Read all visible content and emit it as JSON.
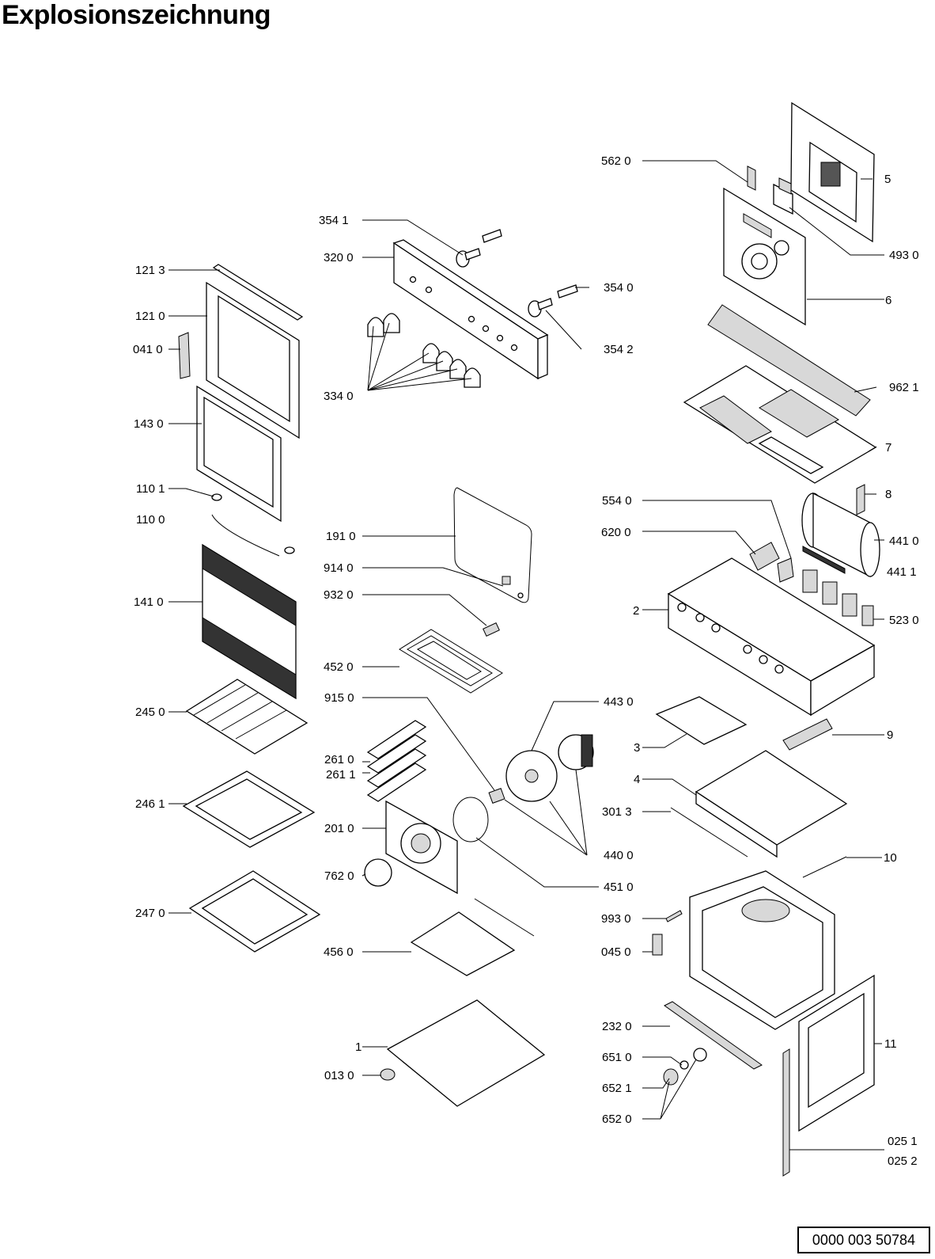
{
  "title": "Explosionszeichnung",
  "document_number": "0000 003 50784",
  "labels": [
    "562 0",
    "354 1",
    "320 0",
    "354 0",
    "354 2",
    "334 0",
    "121 3",
    "121 0",
    "041 0",
    "143 0",
    "110 1",
    "110 0",
    "141 0",
    "245 0",
    "246 1",
    "247 0",
    "5",
    "493 0",
    "6",
    "962 1",
    "7",
    "8",
    "554 0",
    "620 0",
    "441 0",
    "441 1",
    "2",
    "523 0",
    "191 0",
    "914 0",
    "932 0",
    "452 0",
    "915 0",
    "443 0",
    "261 0",
    "261 1",
    "201 0",
    "762 0",
    "3",
    "9",
    "4",
    "301 3",
    "440 0",
    "451 0",
    "10",
    "993 0",
    "045 0",
    "456 0",
    "232 0",
    "651 0",
    "652 1",
    "652 0",
    "11",
    "1",
    "013 0",
    "025 1",
    "025 2"
  ]
}
